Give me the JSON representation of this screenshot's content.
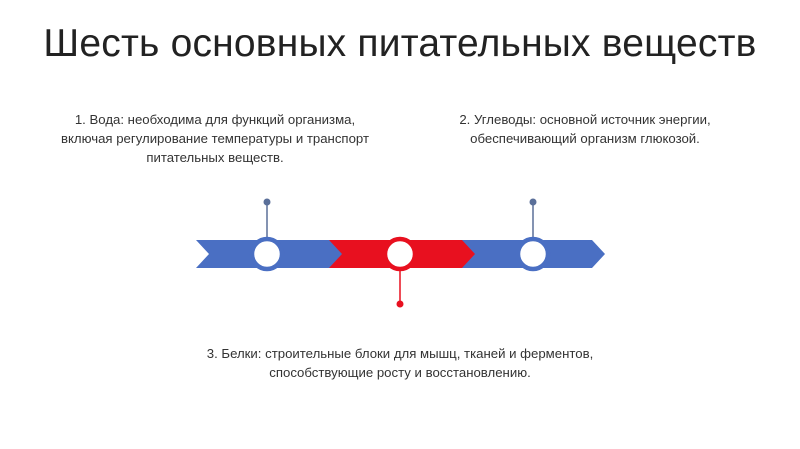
{
  "title": "Шесть основных питательных веществ",
  "notes": [
    {
      "lines": [
        "1. Вода: необходима для функций организма,",
        "включая регулирование температуры и транспорт",
        "питательных веществ."
      ]
    },
    {
      "lines": [
        "2. Углеводы: основной источник энергии,",
        "обеспечивающий организм глюкозой."
      ]
    },
    {
      "lines": [
        "3. Белки: строительные блоки для мышц, тканей и ферментов,",
        "способствующие росту и восстановлению."
      ]
    }
  ],
  "colors": {
    "blue": "#4a6fc3",
    "red": "#e8101f",
    "connector": "#5a6f99"
  }
}
